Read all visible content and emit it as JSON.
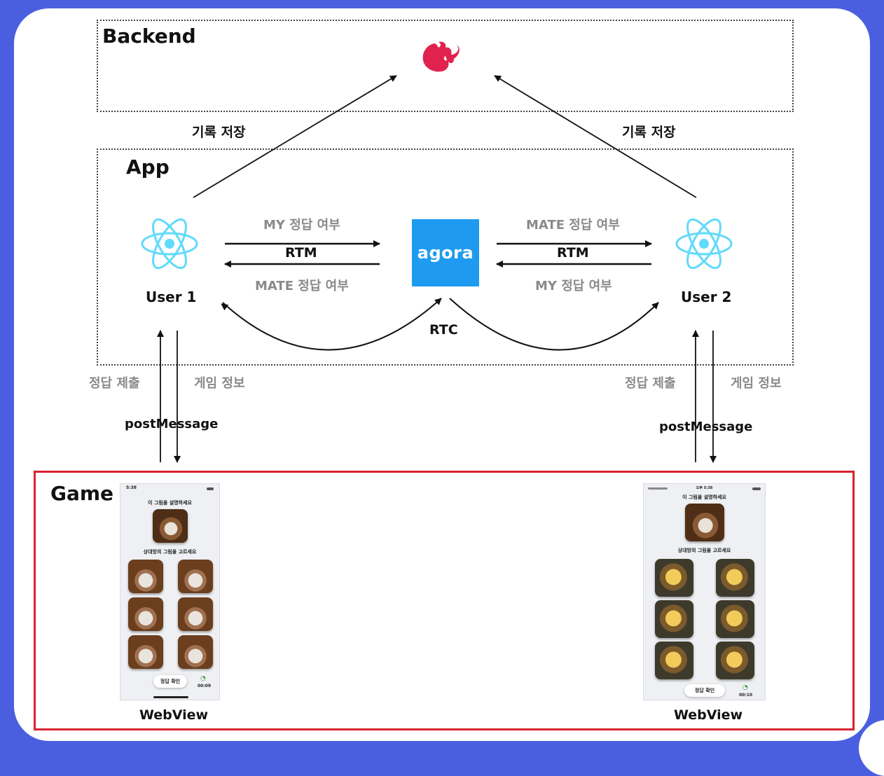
{
  "sections": {
    "backend": "Backend",
    "app": "App",
    "game": "Game"
  },
  "labels": {
    "save_left": "기록 저장",
    "save_right": "기록 저장",
    "my_answer_top": "MY 정답 여부",
    "mate_answer_top": "MATE 정답 여부",
    "mate_answer_bottom": "MATE 정답 여부",
    "my_answer_bottom": "MY 정답 여부",
    "rtm_left": "RTM",
    "rtm_right": "RTM",
    "rtc": "RTC",
    "user1": "User 1",
    "user2": "User 2",
    "submit_left": "정답 제출",
    "gameinfo_left": "게임 정보",
    "submit_right": "정답 제출",
    "gameinfo_right": "게임 정보",
    "postmessage_left": "postMessage",
    "postmessage_right": "postMessage",
    "webview_left": "WebView",
    "webview_right": "WebView"
  },
  "agora": {
    "text": "agora",
    "color": "#1e9bf0"
  },
  "colors": {
    "background": "#4a5fe0",
    "react": "#61dafb",
    "nest": "#e0234e",
    "game_border": "#d9232e"
  },
  "icons": {
    "backend": "nestjs-logo-icon",
    "user": "react-atom-icon"
  },
  "phone_left": {
    "time": "5:38",
    "prompt": "이 그림을 설명하세요",
    "choose": "상대방의 그림을 고르세요",
    "button": "정답 확인",
    "timer": "00:09"
  },
  "phone_right": {
    "time": "오후 5:38",
    "prompt": "이 그림을 설명하세요",
    "choose": "상대방의 그림을 고르세요",
    "button": "정답 확인",
    "timer": "00:10"
  }
}
